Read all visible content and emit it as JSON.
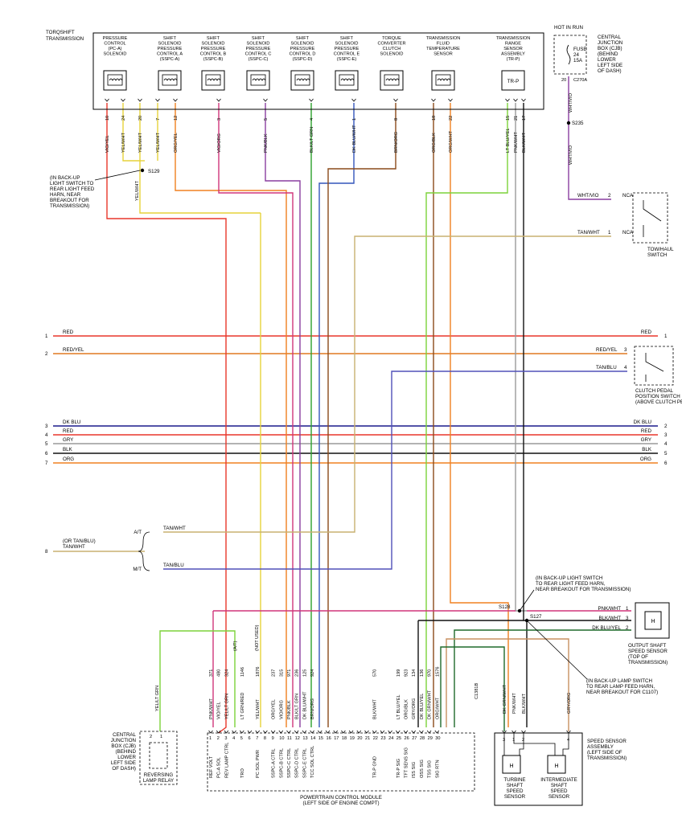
{
  "header": {
    "transmission_label": [
      "TORQSHIFT",
      "TRANSMISSION"
    ],
    "hot_in_run": "HOT IN RUN",
    "fuse": [
      "FUSE",
      "24",
      "15A"
    ],
    "fuse_pin": "20",
    "fuse_conn": "C270A",
    "cjb_top": [
      "CENTRAL",
      "JUNCTION",
      "BOX (CJB)",
      "(BEHIND",
      "LOWER",
      "LEFT SIDE",
      "OF DASH)"
    ],
    "splice_s235": "S235",
    "wire_whtvio": "WHT/VIO"
  },
  "solenoids": [
    {
      "lines": [
        "PRESSURE",
        "CONTROL",
        "(PC-A)",
        "SOLENOID"
      ]
    },
    {
      "lines": [
        "SHIFT",
        "SOLENOID",
        "PRESSURE",
        "CONTROL A",
        "(SSPC-A)"
      ]
    },
    {
      "lines": [
        "SHIFT",
        "SOLENOID",
        "PRESSURE",
        "CONTROL B",
        "(SSPC-B)"
      ]
    },
    {
      "lines": [
        "SHIFT",
        "SOLENOID",
        "PRESSURE",
        "CONTROL C",
        "(SSPC-C)"
      ]
    },
    {
      "lines": [
        "SHIFT",
        "SOLENOID",
        "PRESSURE",
        "CONTROL D",
        "(SSPC-D)"
      ]
    },
    {
      "lines": [
        "SHIFT",
        "SOLENOID",
        "PRESSURE",
        "CONTROL E",
        "(SSPC-E)"
      ]
    },
    {
      "lines": [
        "TORQUE",
        "CONVERTER",
        "CLUTCH",
        "SOLENOID"
      ]
    },
    {
      "lines": [
        "TRANSMISSION",
        "FLUID",
        "TEMPERATURE",
        "SENSOR"
      ]
    },
    {
      "lines": [
        "TRANSMISSION",
        "RANGE",
        "SENSOR",
        "ASSEMBLY",
        "(TR-P)"
      ]
    }
  ],
  "trans_pins": [
    {
      "pin": "10",
      "color": "VIO/YEL"
    },
    {
      "pin": "24",
      "color": "YEL/WHT"
    },
    {
      "pin": "20",
      "color": "YEL/WHT"
    },
    {
      "pin": "7",
      "color": "YEL/WHT"
    },
    {
      "pin": "12",
      "color": "ORG/YEL"
    },
    {
      "pin": "3",
      "color": "VIO/ORG"
    },
    {
      "pin": "5",
      "color": "PNK/BLK"
    },
    {
      "pin": "4",
      "color": "BLK/LT GRN"
    },
    {
      "pin": "1",
      "color": "DK BLU/WHT"
    },
    {
      "pin": "8",
      "color": "BRN/ORG"
    },
    {
      "pin": "18",
      "color": "ORG/BLK"
    },
    {
      "pin": "22",
      "color": "ORG/WHT"
    },
    {
      "pin": "15",
      "color": "LT BLU/YEL"
    },
    {
      "pin": "21",
      "color": "PNK/WHT"
    },
    {
      "pin": "17",
      "color": "BLK/WHT"
    }
  ],
  "splice_s129": "S129",
  "backup_note_left": [
    "(IN BACK-UP",
    "LIGHT SWITCH TO",
    "REAR LIGHT FEED",
    "HARN, NEAR",
    "BREAKOUT FOR",
    "TRANSMISSION)"
  ],
  "s129_wire": "YEL/WHT",
  "towhaul": {
    "wire1": "WHT/VIO",
    "pin1": "2",
    "nca1": "NCA",
    "wire2": "TAN/WHT",
    "pin2": "1",
    "nca2": "NCA",
    "label": [
      "TOW/HAUL",
      "SWITCH"
    ]
  },
  "buses": [
    {
      "num": "1",
      "left": "RED",
      "right": "RED",
      "rnum": "1"
    },
    {
      "num": "2",
      "left": "RED/YEL",
      "right": "",
      "rnum": ""
    },
    {
      "num": "3",
      "left": "DK BLU",
      "right": "DK BLU",
      "rnum": "2"
    },
    {
      "num": "4",
      "left": "RED",
      "right": "RED",
      "rnum": "3"
    },
    {
      "num": "5",
      "left": "GRY",
      "right": "GRY",
      "rnum": "4"
    },
    {
      "num": "6",
      "left": "BLK",
      "right": "BLK",
      "rnum": "5"
    },
    {
      "num": "7",
      "left": "ORG",
      "right": "ORG",
      "rnum": "6"
    }
  ],
  "clutch": {
    "wire1": "RED/YEL",
    "pin1": "3",
    "wire2": "TAN/BLU",
    "pin2": "4",
    "label": [
      "CLUTCH PEDAL",
      "POSITION SWITCH",
      "(ABOVE CLUTCH PEDAL)"
    ]
  },
  "at_mt": {
    "num": "8",
    "note": [
      "(OR TAN/BLU)",
      "TAN/WHT"
    ],
    "at": "A/T",
    "at_wire": "TAN/WHT",
    "mt": "M/T",
    "mt_wire": "TAN/BLU"
  },
  "s128": {
    "label": "S128",
    "note": [
      "(IN BACK-UP LIGHT SWITCH",
      "TO REAR LIGHT FEED HARN,",
      "NEAR BREAKOUT FOR TRANSMISSION)"
    ]
  },
  "s127": {
    "label": "S127",
    "note": [
      "(IN BACK-UP LAMP SWITCH",
      "TO REAR LAMP FEED HARN,",
      "NEAR BREAKOUT FOR C1107)"
    ]
  },
  "oss": {
    "wires": [
      {
        "name": "PNK/WHT",
        "pin": "1"
      },
      {
        "name": "BLK/WHT",
        "pin": "3"
      },
      {
        "name": "DK BLU/YEL",
        "pin": "2"
      }
    ],
    "h": "H",
    "label": [
      "OUTPUT SHAFT",
      "SPEED SENSOR",
      "(TOP OF",
      "TRANSMISSION)"
    ]
  },
  "pcm_wires": [
    {
      "circuit": "371",
      "color": "PNK/WHT",
      "pin": "1",
      "func": "REF VOLT"
    },
    {
      "circuit": "480",
      "color": "VIO/YEL",
      "pin": "2",
      "func": "PC-A SOL"
    },
    {
      "circuit": "324",
      "color": "YEL/LT GRN",
      "pin": "3",
      "func": "REV LAMP CTRL"
    },
    {
      "circuit": "",
      "color": "",
      "pin": "4",
      "func": ""
    },
    {
      "circuit": "1146",
      "color": "LT GRN/RED",
      "pin": "5",
      "func": "TRO"
    },
    {
      "circuit": "",
      "color": "",
      "pin": "6",
      "func": ""
    },
    {
      "circuit": "1876",
      "color": "YEL/WHT",
      "pin": "7",
      "func": "PC SOL PWR"
    },
    {
      "circuit": "",
      "color": "",
      "pin": "8",
      "func": ""
    },
    {
      "circuit": "237",
      "color": "ORG/YEL",
      "pin": "9",
      "func": "SSPC-A CTRL"
    },
    {
      "circuit": "315",
      "color": "VIO/ORG",
      "pin": "10",
      "func": "SSPC-B CTRL"
    },
    {
      "circuit": "971",
      "color": "PNK/BLK",
      "pin": "11",
      "func": "SSPC-C CTRL"
    },
    {
      "circuit": "236",
      "color": "BLK/LT GRN",
      "pin": "12",
      "func": "SSPC-D CTRL"
    },
    {
      "circuit": "125",
      "color": "DK BLU/WHT",
      "pin": "13",
      "func": "SSPC-E CTRL"
    },
    {
      "circuit": "924",
      "color": "BRN/ORG",
      "pin": "14",
      "func": "TCC SOL CTRL"
    },
    {
      "circuit": "",
      "color": "",
      "pin": "15",
      "func": ""
    },
    {
      "circuit": "",
      "color": "",
      "pin": "16",
      "func": ""
    },
    {
      "circuit": "",
      "color": "",
      "pin": "17",
      "func": ""
    },
    {
      "circuit": "",
      "color": "",
      "pin": "18",
      "func": ""
    },
    {
      "circuit": "",
      "color": "",
      "pin": "19",
      "func": ""
    },
    {
      "circuit": "",
      "color": "",
      "pin": "20",
      "func": ""
    },
    {
      "circuit": "",
      "color": "",
      "pin": "21",
      "func": ""
    },
    {
      "circuit": "570",
      "color": "BLK/WHT",
      "pin": "22",
      "func": "TR-P GND"
    },
    {
      "circuit": "",
      "color": "",
      "pin": "23",
      "func": ""
    },
    {
      "circuit": "",
      "color": "",
      "pin": "24",
      "func": ""
    },
    {
      "circuit": "199",
      "color": "LT BLU/YEL",
      "pin": "25",
      "func": "TR-P SIG"
    },
    {
      "circuit": "923",
      "color": "ORG/BLK",
      "pin": "26",
      "func": "TFT SENS SIG"
    },
    {
      "circuit": "134",
      "color": "GRY/ORG",
      "pin": "27",
      "func": "ISS SIG"
    },
    {
      "circuit": "136",
      "color": "DK BLU/YEL",
      "pin": "28",
      "func": "OSS SIG"
    },
    {
      "circuit": "970",
      "color": "DK GRN/WHT",
      "pin": "29",
      "func": "TSS SIG"
    },
    {
      "circuit": "1576",
      "color": "ORG/WHT",
      "pin": "30",
      "func": "SIG RTN"
    }
  ],
  "pcm": {
    "conn": "C1381B",
    "at_tag": "(A/T)",
    "not_used": "(NOT USED)",
    "label": [
      "POWERTRAIN CONTROL MODULE",
      "(LEFT SIDE OF ENGINE COMPT)"
    ]
  },
  "rev_relay": {
    "wire": "YEL/LT GRN",
    "pins": [
      "2",
      "1"
    ],
    "cjb": [
      "CENTRAL",
      "JUNCTION",
      "BOX (CJB)",
      "(BEHIND",
      "LOWER",
      "LEFT SIDE",
      "OF DASH)"
    ],
    "label": [
      "REVERSING",
      "LAMP RELAY"
    ]
  },
  "speed_sensor": {
    "wires": [
      {
        "name": "DK GRN/WHT",
        "pin": "3"
      },
      {
        "name": "PNK/WHT",
        "pin": "1"
      },
      {
        "name": "BLK/WHT",
        "pin": "2"
      },
      {
        "name": "GRY/ORG",
        "pin": "4"
      }
    ],
    "h": "H",
    "turbine": [
      "TURBINE",
      "SHAFT",
      "SPEED",
      "SENSOR"
    ],
    "intermediate": [
      "INTERMEDIATE",
      "SHAFT",
      "SPEED",
      "SENSOR"
    ],
    "label": [
      "SPEED SENSOR",
      "ASSEMBLY",
      "(LEFT SIDE OF",
      "TRANSMISSION)"
    ]
  },
  "colors": {
    "RED": "#e8372b",
    "REDYEL": "#e07820",
    "DKBLU": "#1a1a8c",
    "GRY": "#9a9a9a",
    "BLK": "#111111",
    "ORG": "#f08020",
    "TAN": "#c8b070",
    "VIO": "#8a3fa0",
    "YEL": "#e6d23a",
    "PNK": "#d0357a",
    "GRN": "#2aa02a",
    "LTGRN": "#7cd23a",
    "DKBLUWHT": "#3355bb",
    "BRN": "#8a4a1a",
    "LTBLU": "#6ec0e6",
    "DKGRN": "#1e6a2a",
    "TANBLU": "#5050b8",
    "GRYORG": "#c89060"
  }
}
